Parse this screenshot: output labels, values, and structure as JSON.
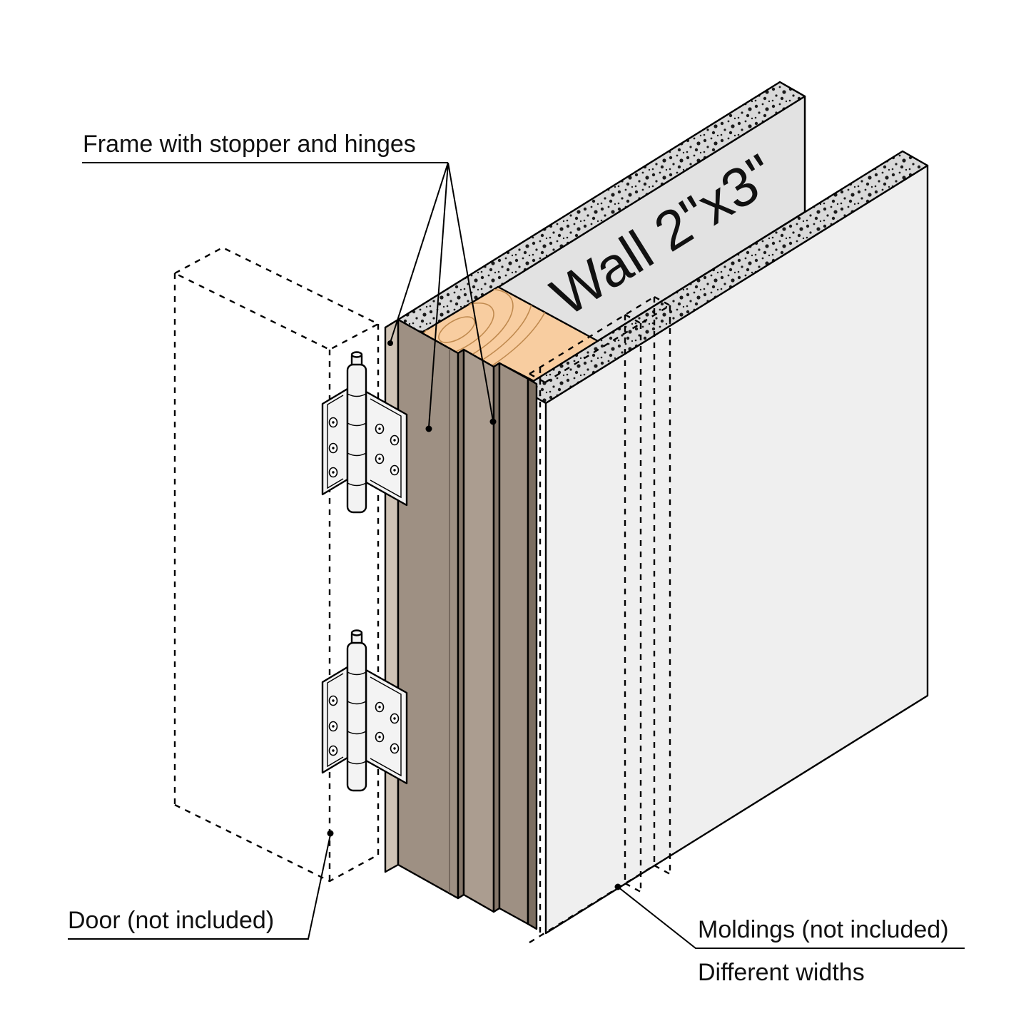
{
  "diagram": {
    "labels": {
      "frame": "Frame with stopper and hinges",
      "wall_size": "Wall 2\"x3\"",
      "door": "Door (not included)",
      "moldings": "Moldings (not included)",
      "widths": "Different widths"
    },
    "colors": {
      "background": "#ffffff",
      "line": "#000000",
      "wall_face": "#efefef",
      "wall_face_rear": "#e2e2e2",
      "wall_end_edge": "#d6d6d6",
      "wall_cut_base": "#d9d9d9",
      "wood": "#f8cda0",
      "wood_grain": "#c08a4f",
      "frame_edge_light": "#cfc3b5",
      "frame_face": "#9e9083",
      "stopper_face": "#ab9d90",
      "stopper_edge": "#85776a",
      "frame_edge_dark": "#7b6e61",
      "hinge": "#f3f3f3"
    }
  }
}
